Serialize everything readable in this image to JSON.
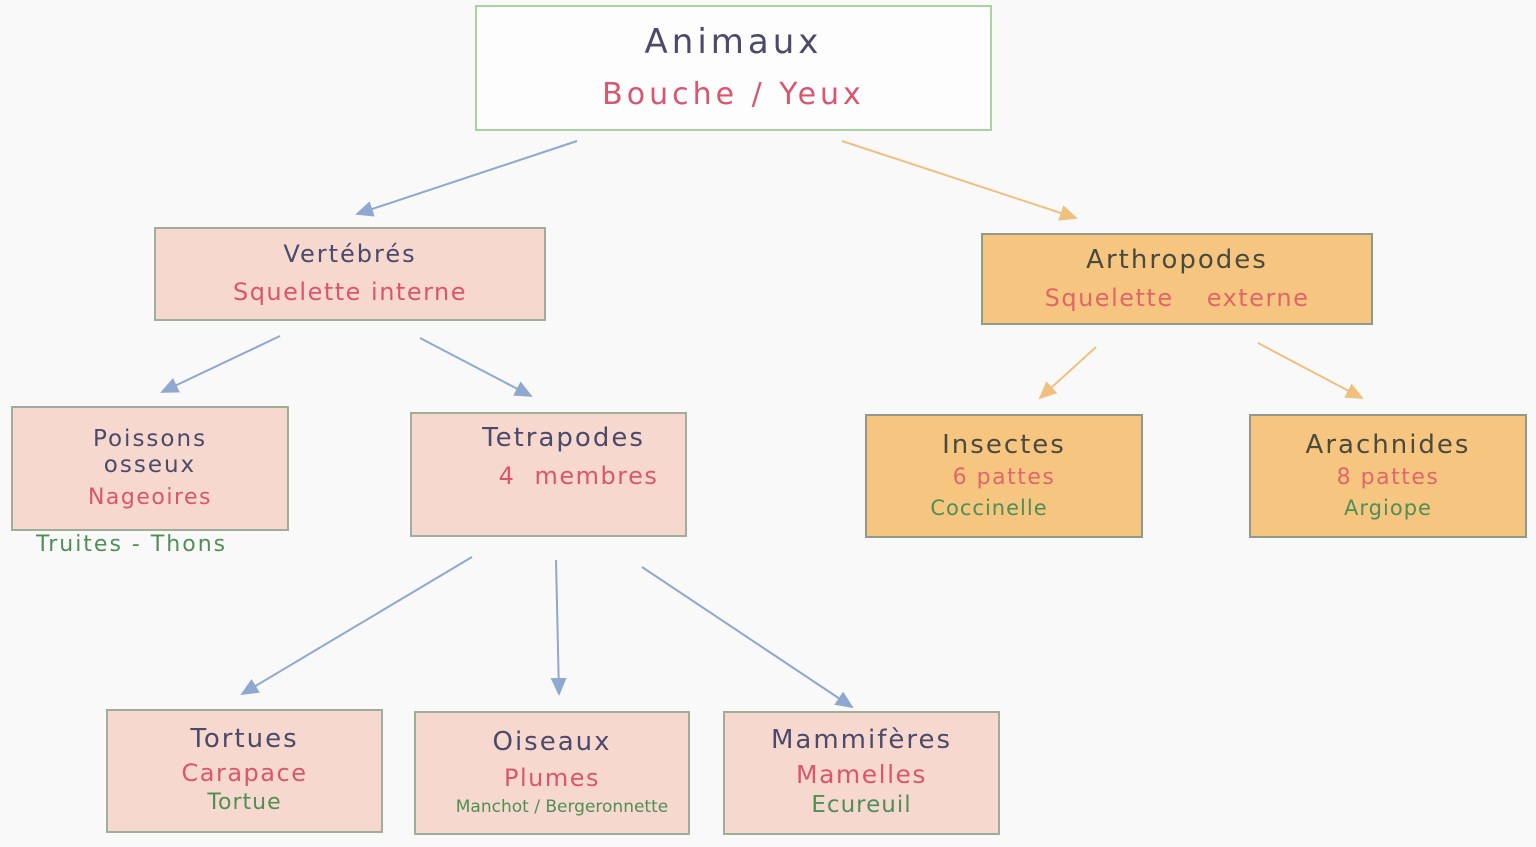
{
  "diagram": {
    "colors": {
      "blue_arrow": "#8fa8cf",
      "orange_arrow": "#efc07e",
      "pink_fill": "#f6d8cf",
      "orange_fill": "#f6c681",
      "title_text": "#4b4a6a",
      "trait_text": "#d9566e",
      "example_text": "#4f8f55"
    },
    "root": {
      "title": "Animaux",
      "trait": "Bouche / Yeux"
    },
    "vertebres": {
      "title": "Vertébrés",
      "trait": "Squelette interne"
    },
    "arthropodes": {
      "title": "Arthropodes",
      "trait": "Squelette externe"
    },
    "poissons": {
      "title_line1": "Poissons",
      "title_line2": "osseux",
      "trait": "Nageoires",
      "example": "Truites - Thons"
    },
    "tetrapodes": {
      "title": "Tetrapodes",
      "trait": "4 membres"
    },
    "insectes": {
      "title": "Insectes",
      "trait": "6 pattes",
      "example": "Coccinelle"
    },
    "arachnides": {
      "title": "Arachnides",
      "trait": "8 pattes",
      "example": "Argiope"
    },
    "tortues": {
      "title": "Tortues",
      "trait": "Carapace",
      "example": "Tortue"
    },
    "oiseaux": {
      "title": "Oiseaux",
      "trait": "Plumes",
      "example": "Manchot / Bergeronnette"
    },
    "mammiferes": {
      "title": "Mammifères",
      "trait": "Mamelles",
      "example": "Ecureuil"
    },
    "edges": [
      {
        "from": "Animaux",
        "to": "Vertébrés",
        "color": "blue"
      },
      {
        "from": "Animaux",
        "to": "Arthropodes",
        "color": "orange"
      },
      {
        "from": "Vertébrés",
        "to": "Poissons osseux",
        "color": "blue"
      },
      {
        "from": "Vertébrés",
        "to": "Tetrapodes",
        "color": "blue"
      },
      {
        "from": "Arthropodes",
        "to": "Insectes",
        "color": "orange"
      },
      {
        "from": "Arthropodes",
        "to": "Arachnides",
        "color": "orange"
      },
      {
        "from": "Tetrapodes",
        "to": "Tortues",
        "color": "blue"
      },
      {
        "from": "Tetrapodes",
        "to": "Oiseaux",
        "color": "blue"
      },
      {
        "from": "Tetrapodes",
        "to": "Mammifères",
        "color": "blue"
      }
    ]
  }
}
